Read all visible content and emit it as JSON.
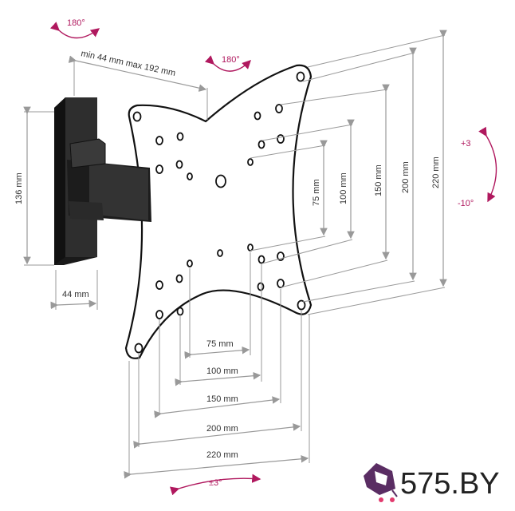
{
  "rotation": {
    "arm_swivel": "180°",
    "plate_swivel": "180°",
    "tilt_up": "+3",
    "tilt_down": "-10°",
    "level_adjust": "±3°"
  },
  "dimensions": {
    "arm_extension": "min 44 mm max 192 mm",
    "wall_plate_height": "136 mm",
    "wall_plate_width": "44 mm",
    "vertical": [
      "75 mm",
      "100 mm",
      "150 mm",
      "200 mm",
      "220 mm"
    ],
    "horizontal": [
      "75 mm",
      "100 mm",
      "150 mm",
      "200 mm",
      "220 mm"
    ]
  },
  "brand": {
    "name": "575.BY",
    "accent_color": "#b0185e",
    "logo_color": "#5a2d63"
  }
}
